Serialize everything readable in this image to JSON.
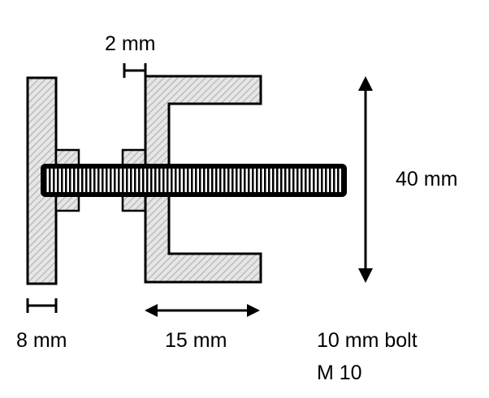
{
  "colors": {
    "fill": "#d9d9d9",
    "hatch": "#b0b0b0",
    "stroke": "#000000"
  },
  "labels": {
    "gap": "2 mm",
    "height": "40 mm",
    "plate_thickness": "8 mm",
    "flange_width": "15 mm",
    "bolt": "10 mm bolt",
    "bolt_size": "M 10"
  }
}
